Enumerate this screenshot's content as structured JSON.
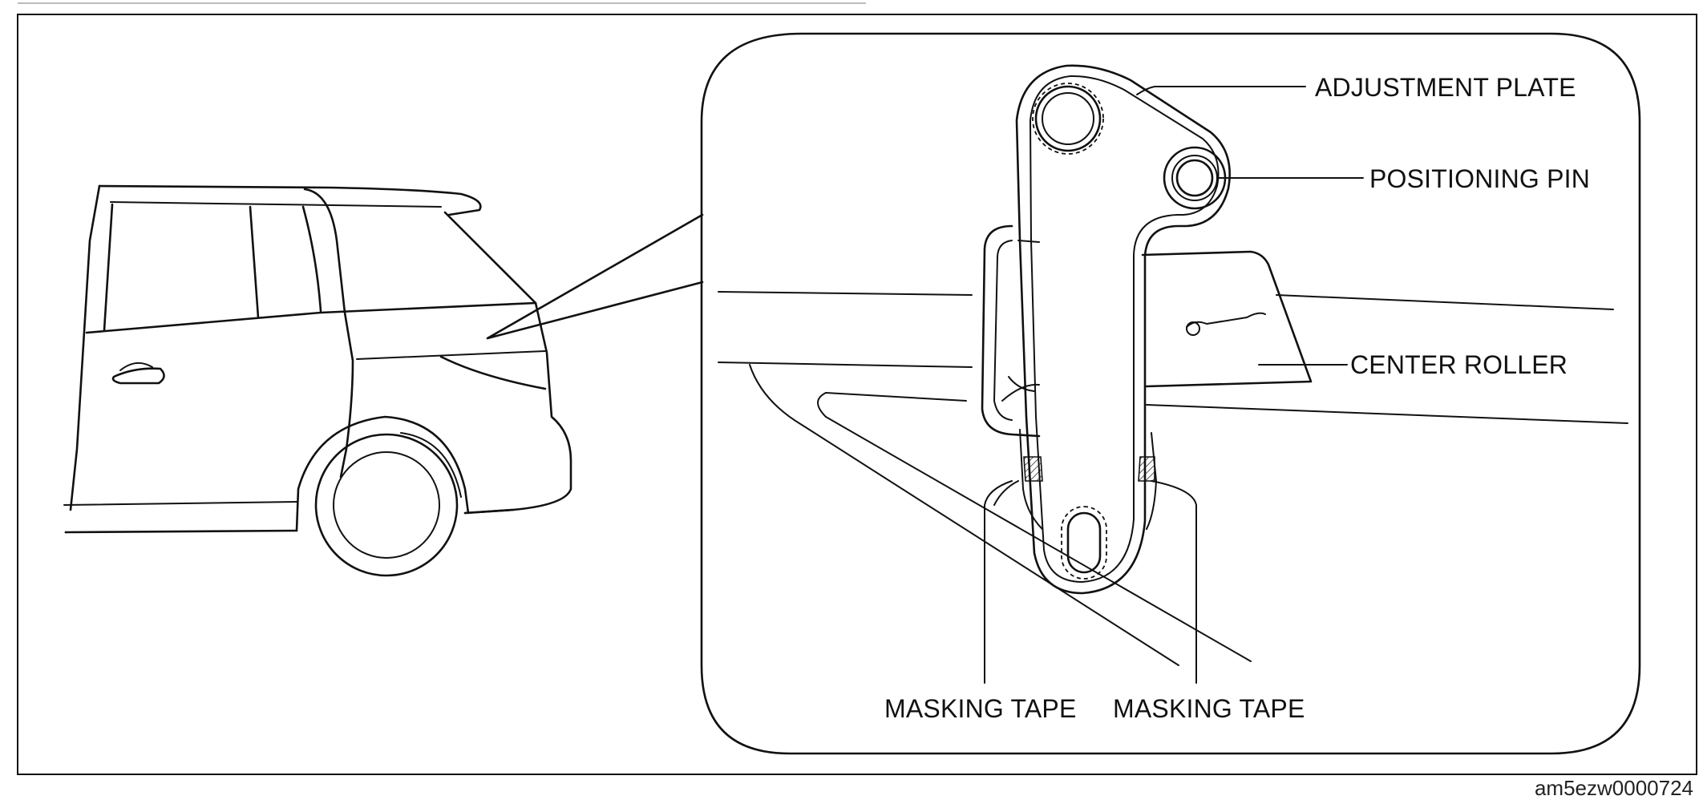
{
  "labels": {
    "adjustment_plate": "ADJUSTMENT PLATE",
    "positioning_pin": "POSITIONING PIN",
    "center_roller": "CENTER ROLLER",
    "masking_tape_left": "MASKING TAPE",
    "masking_tape_right": "MASKING TAPE"
  },
  "reference_code": "am5ezw0000724",
  "icons": {
    "vehicle": "minivan-rear-quarter-illustration",
    "detail": "sliding-door-roller-detail-illustration"
  }
}
